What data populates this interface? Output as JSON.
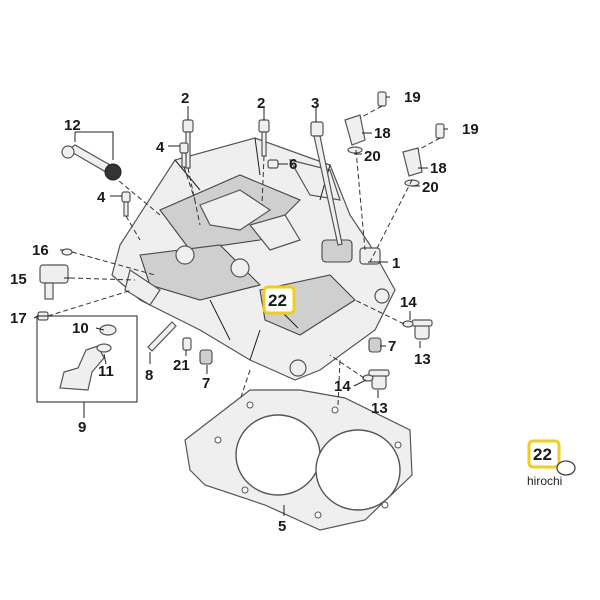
{
  "callouts": {
    "c1": "1",
    "c2a": "2",
    "c2b": "2",
    "c3": "3",
    "c4a": "4",
    "c4b": "4",
    "c5": "5",
    "c6": "6",
    "c7a": "7",
    "c7b": "7",
    "c8": "8",
    "c9": "9",
    "c10": "10",
    "c11": "11",
    "c12": "12",
    "c13a": "13",
    "c13b": "13",
    "c14a": "14",
    "c14b": "14",
    "c15": "15",
    "c16": "16",
    "c17": "17",
    "c18a": "18",
    "c18b": "18",
    "c19a": "19",
    "c19b": "19",
    "c20a": "20",
    "c20b": "20",
    "c21": "21"
  },
  "highlight": {
    "main_label": "22",
    "inset_label": "22",
    "color": "#f2cc1e"
  },
  "brand": "hirochi"
}
